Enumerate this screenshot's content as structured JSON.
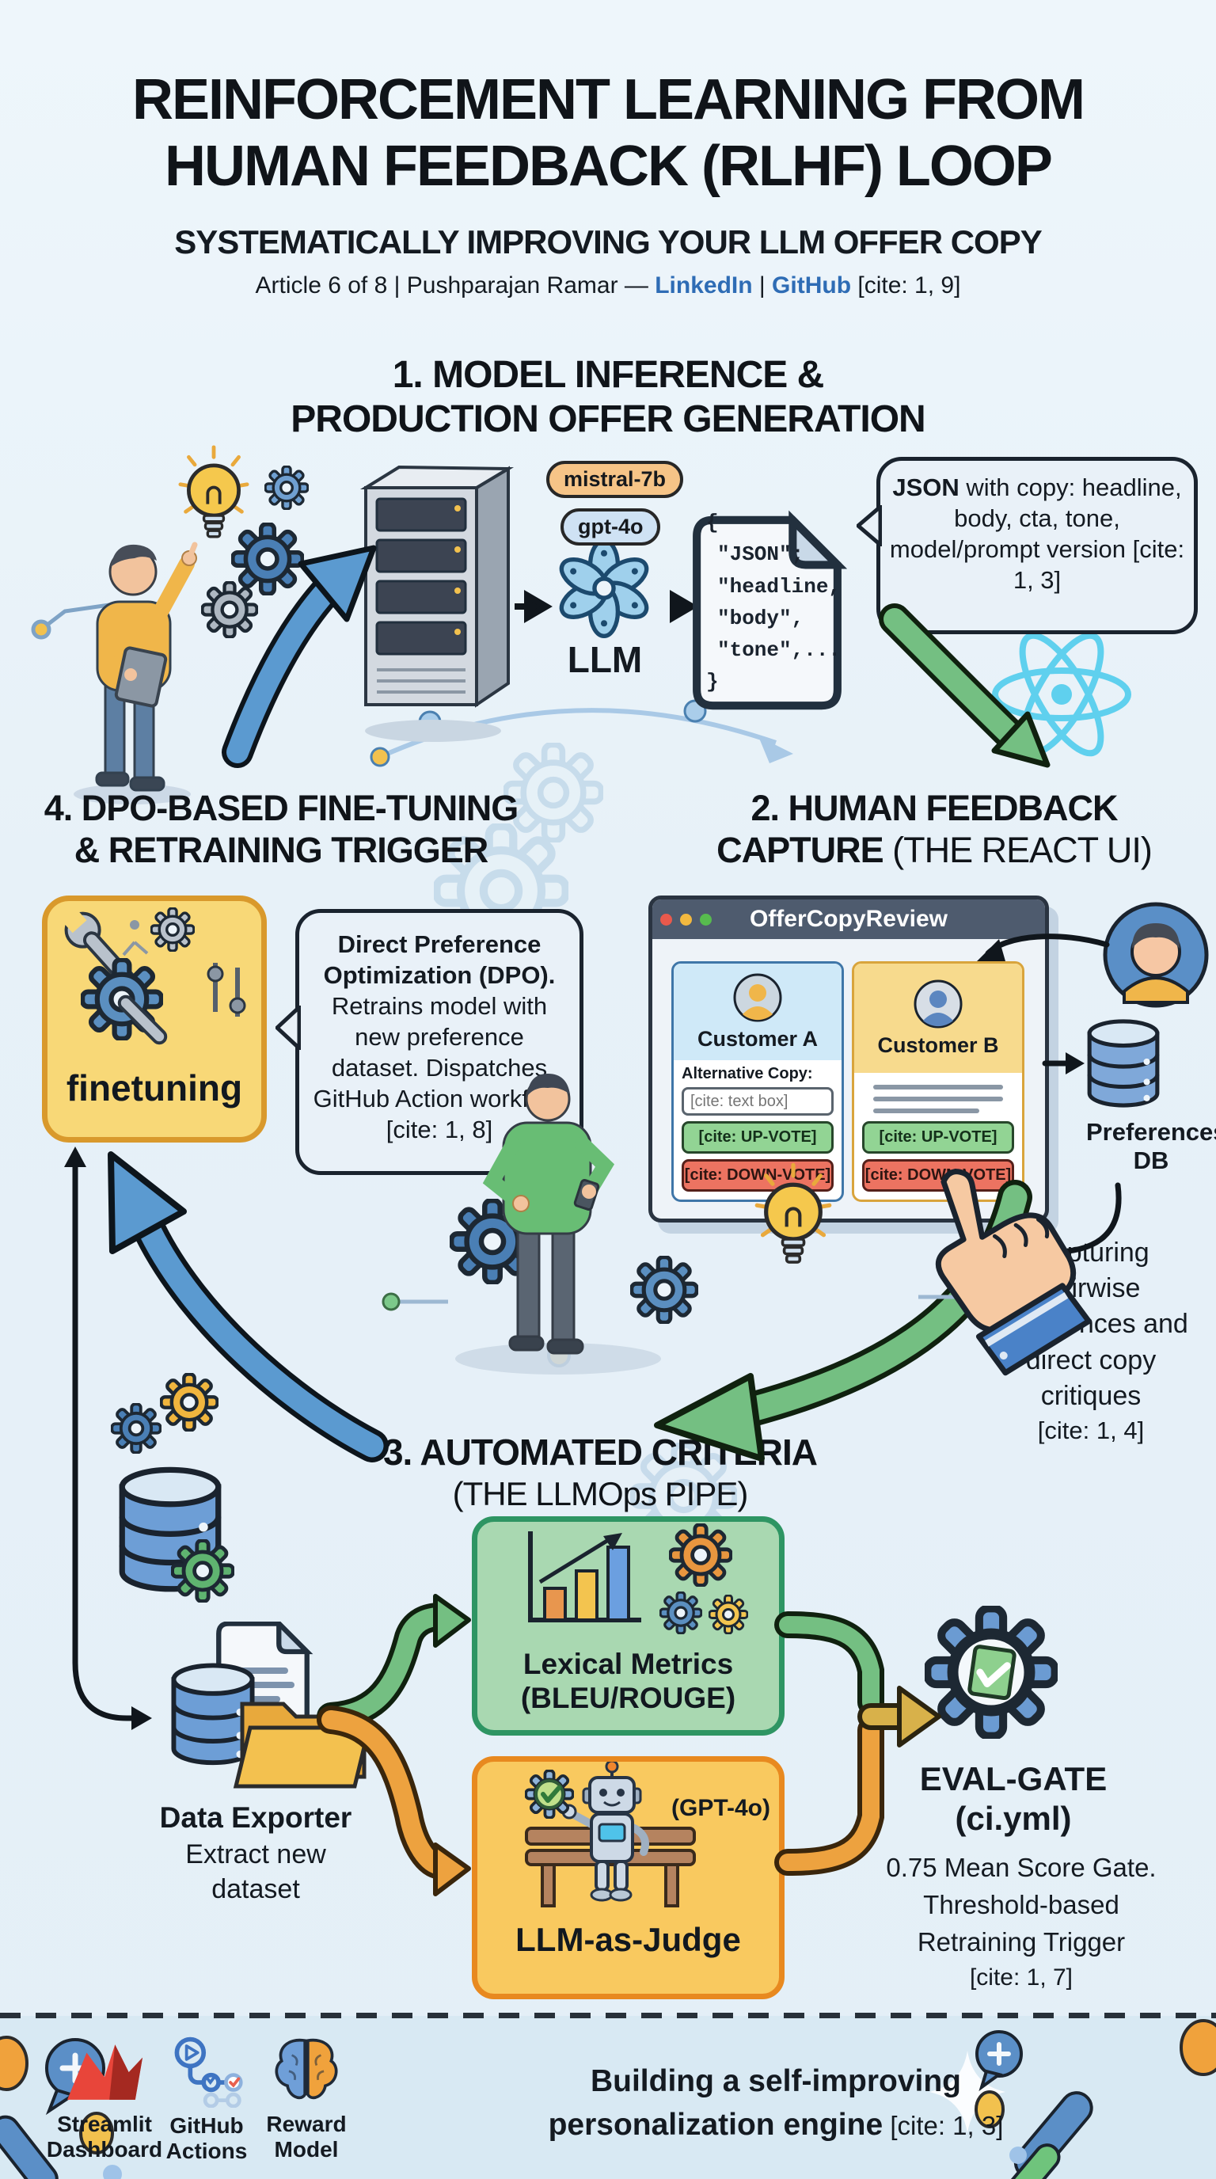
{
  "header": {
    "title_line1": "REINFORCEMENT LEARNING FROM",
    "title_line2": "HUMAN FEEDBACK (RLHF) LOOP",
    "subtitle": "SYSTEMATICALLY IMPROVING YOUR LLM OFFER COPY",
    "byline": {
      "prefix": "Article 6 of 8 | Pushparajan Ramar — ",
      "linkedin": "LinkedIn",
      "separator": " | ",
      "github": "GitHub",
      "suffix": " [cite: 1, 9]"
    }
  },
  "section1": {
    "title_line1": "1. MODEL INFERENCE &",
    "title_line2": "PRODUCTION OFFER GENERATION",
    "badges": {
      "mistral": "mistral-7b",
      "gpt": "gpt-4o"
    },
    "llm_label": "LLM",
    "code": {
      "l1": "{",
      "l2": "\"JSON\";",
      "l3": "\"headline,",
      "l4": "\"body\",",
      "l5": "\"tone\",...",
      "l6": "}"
    },
    "json_bubble": {
      "bold": "JSON",
      "rest": " with copy: headline, body, cta, tone, model/prompt version ",
      "cite": "[cite: 1, 3]"
    }
  },
  "section2": {
    "title_line1": "2. HUMAN FEEDBACK",
    "title_line2_bold": "CAPTURE",
    "title_line2_normal": " (THE REACT UI)",
    "window": {
      "title": "OfferCopyReview",
      "customer_a": {
        "name": "Customer A",
        "alt_label": "Alternative Copy:",
        "textbox": "[cite: text box]",
        "upvote": "[cite: UP-VOTE]",
        "downvote": "[cite: DOWN-VOTE]"
      },
      "customer_b": {
        "name": "Customer B",
        "upvote": "[cite: UP-VOTE]",
        "downvote": "[cite: DOWN-VOTE]"
      }
    },
    "preferences_db_line1": "Preferences",
    "preferences_db_line2": "DB",
    "note": {
      "l1": "Capturing",
      "l2": "pairwise",
      "l3": "preferences and",
      "l4": "direct copy",
      "l5": "critiques",
      "cite": "[cite: 1, 4]"
    }
  },
  "section4": {
    "title_line1": "4. DPO-BASED FINE-TUNING",
    "title_line2": "& RETRAINING TRIGGER",
    "finetuning_label": "finetuning",
    "dpo_bubble": {
      "bold": "Direct Preference Optimization (DPO).",
      "rest": " Retrains model with new preference dataset. Dispatches GitHub Action workflow ",
      "cite": "[cite: 1, 8]"
    }
  },
  "section3": {
    "title_bold": "3. AUTOMATED CRITERIA",
    "title_normal": "(THE LLMOps PIPE)",
    "data_exporter": {
      "title": "Data Exporter",
      "sub_line1": "Extract new",
      "sub_line2": "dataset"
    },
    "lexical": {
      "line1": "Lexical Metrics",
      "line2": "(BLEU/ROUGE)"
    },
    "judge": {
      "model": "(GPT-4o)",
      "label": "LLM-as-Judge"
    },
    "eval_gate": {
      "line1": "EVAL-GATE",
      "line2": "(ci.yml)",
      "desc_line1": "0.75 Mean Score Gate.",
      "desc_line2": "Threshold-based",
      "desc_line3": "Retraining Trigger",
      "cite": "[cite: 1, 7]"
    }
  },
  "footer": {
    "streamlit_line1": "Streamlit",
    "streamlit_line2": "Dashboard",
    "github_line1": "GitHub",
    "github_line2": "Actions",
    "reward_line1": "Reward",
    "reward_line2": "Model",
    "tagline_bold_line1": "Building a self-improving",
    "tagline_bold_line2": "personalization engine",
    "tagline_cite": " [cite: 1, 3]"
  },
  "colors": {
    "link_blue": "#2e6cb5",
    "arrow_blue": "#5b9ad0",
    "arrow_green": "#74bf82",
    "arrow_orange": "#eda23f",
    "finetuning_yellow": "#f8d877",
    "lexical_green": "#a9d8b1",
    "judge_yellow": "#f9c95f",
    "upvote_green": "#92d494",
    "downvote_red": "#ec7361",
    "titlebar_slate": "#4e5b6e"
  }
}
